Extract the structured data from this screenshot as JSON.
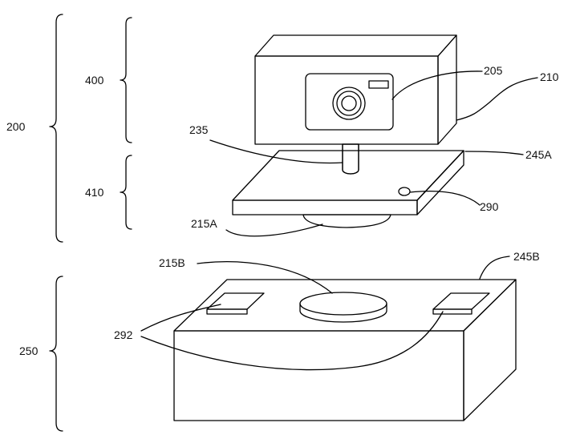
{
  "labels": {
    "l200": "200",
    "l400": "400",
    "l410": "410",
    "l250": "250",
    "l205": "205",
    "l210": "210",
    "l235": "235",
    "l245a": "245A",
    "l290": "290",
    "l215a": "215A",
    "l215b": "215B",
    "l245b": "245B",
    "l292": "292"
  },
  "colors": {
    "line": "#000000",
    "face_white": "#ffffff",
    "side_shade": "#d4d4d4",
    "pad_fill": "#a0a0a0"
  }
}
